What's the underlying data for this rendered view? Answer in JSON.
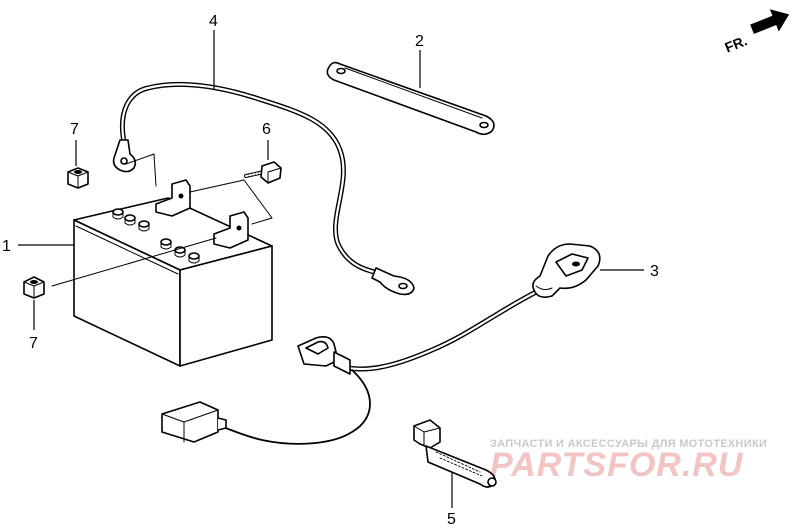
{
  "direction_arrow": {
    "label": "FR."
  },
  "callouts": [
    {
      "id": "c1",
      "label": "1"
    },
    {
      "id": "c2",
      "label": "2"
    },
    {
      "id": "c3",
      "label": "3"
    },
    {
      "id": "c4",
      "label": "4"
    },
    {
      "id": "c5",
      "label": "5"
    },
    {
      "id": "c6",
      "label": "6"
    },
    {
      "id": "c7a",
      "label": "7"
    },
    {
      "id": "c7b",
      "label": "7"
    }
  ],
  "watermark": {
    "tagline": "ЗАПЧАСТИ И АКСЕССУАРЫ ДЛЯ МОТОТЕХНИКИ",
    "brand": "PARTSFOR.RU"
  }
}
